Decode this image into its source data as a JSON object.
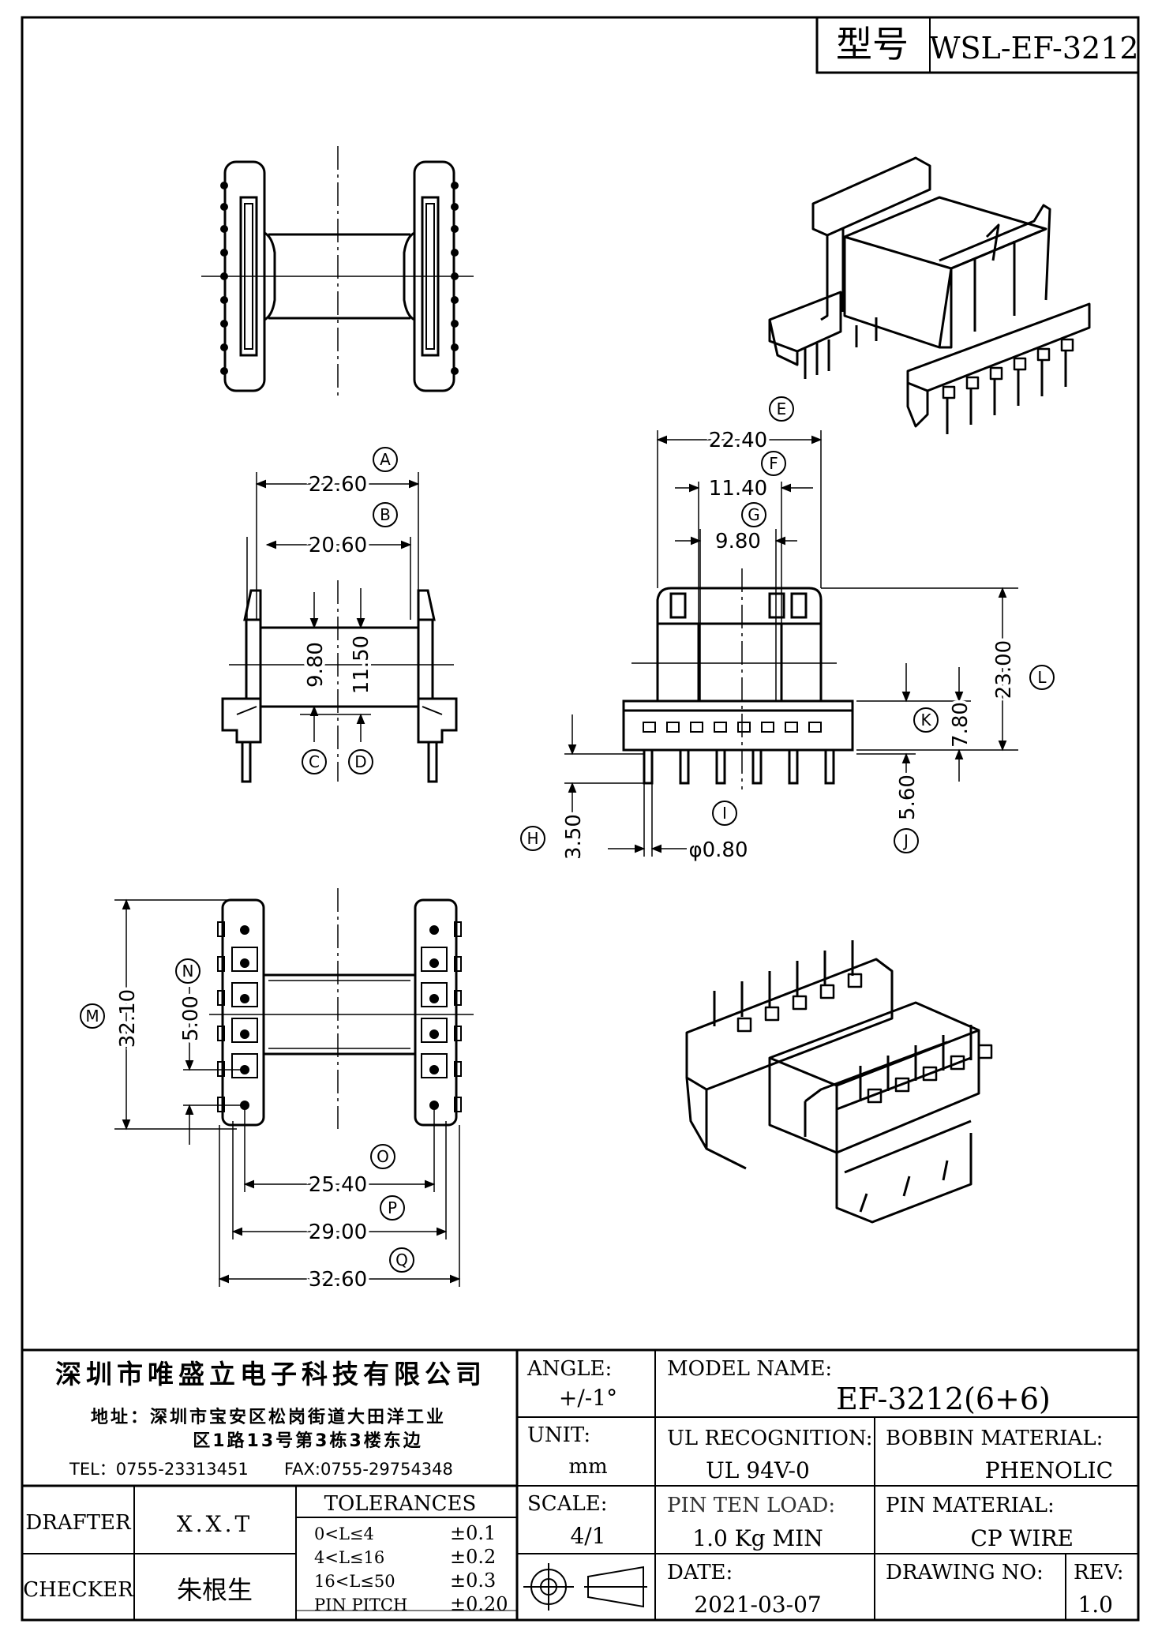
{
  "model_box": {
    "label": "型号",
    "value": "WSL-EF-3212"
  },
  "dimensions": {
    "A": "22.60",
    "B": "20.60",
    "C": "9.80",
    "D": "11.50",
    "E": "22.40",
    "F": "11.40",
    "G": "9.80",
    "H": "3.50",
    "I": "φ0.80",
    "J": "5.60",
    "K": "7.80",
    "L": "23.00",
    "M": "32.10",
    "N": "5.00",
    "O": "25.40",
    "P": "29.00",
    "Q": "32.60"
  },
  "callouts": [
    "A",
    "B",
    "C",
    "D",
    "E",
    "F",
    "G",
    "H",
    "I",
    "J",
    "K",
    "L",
    "M",
    "N",
    "O",
    "P",
    "Q"
  ],
  "company": {
    "name": "深圳市唯盛立电子科技有限公司",
    "address_line1": "地址：深圳市宝安区松岗街道大田洋工业",
    "address_line2": "区1路13号第3栋3楼东边",
    "tel": "TEL：0755-23313451",
    "fax": "FAX:0755-29754348"
  },
  "angle": {
    "label": "ANGLE:",
    "value": "+/-1°"
  },
  "unit": {
    "label": "UNIT:",
    "value": "mm"
  },
  "scale": {
    "label": "SCALE:",
    "value": "4/1"
  },
  "model_name": {
    "label": "MODEL NAME:",
    "value": "EF-3212(6+6)"
  },
  "ul": {
    "label": "UL RECOGNITION:",
    "value": "UL 94V-0"
  },
  "bobbin_material": {
    "label": "BOBBIN MATERIAL:",
    "value": "PHENOLIC"
  },
  "pin_ten_load": {
    "label": "PIN TEN LOAD:",
    "value": "1.0 Kg MIN"
  },
  "pin_material": {
    "label": "PIN MATERIAL:",
    "value": "CP WIRE"
  },
  "date": {
    "label": "DATE:",
    "value": "2021-03-07"
  },
  "drawing_no": {
    "label": "DRAWING NO:",
    "value": ""
  },
  "rev": {
    "label": "REV:",
    "value": "1.0"
  },
  "drafter": {
    "label": "DRAFTER",
    "value": "X.X.T"
  },
  "checker": {
    "label": "CHECKER",
    "value": "朱根生"
  },
  "tolerances": {
    "title": "TOLERANCES",
    "rows": [
      {
        "range": "0<L≤4",
        "tol": "±0.1"
      },
      {
        "range": "4<L≤16",
        "tol": "±0.2"
      },
      {
        "range": "16<L≤50",
        "tol": "±0.3"
      },
      {
        "range": "PIN PITCH",
        "tol": "±0.20"
      }
    ]
  }
}
